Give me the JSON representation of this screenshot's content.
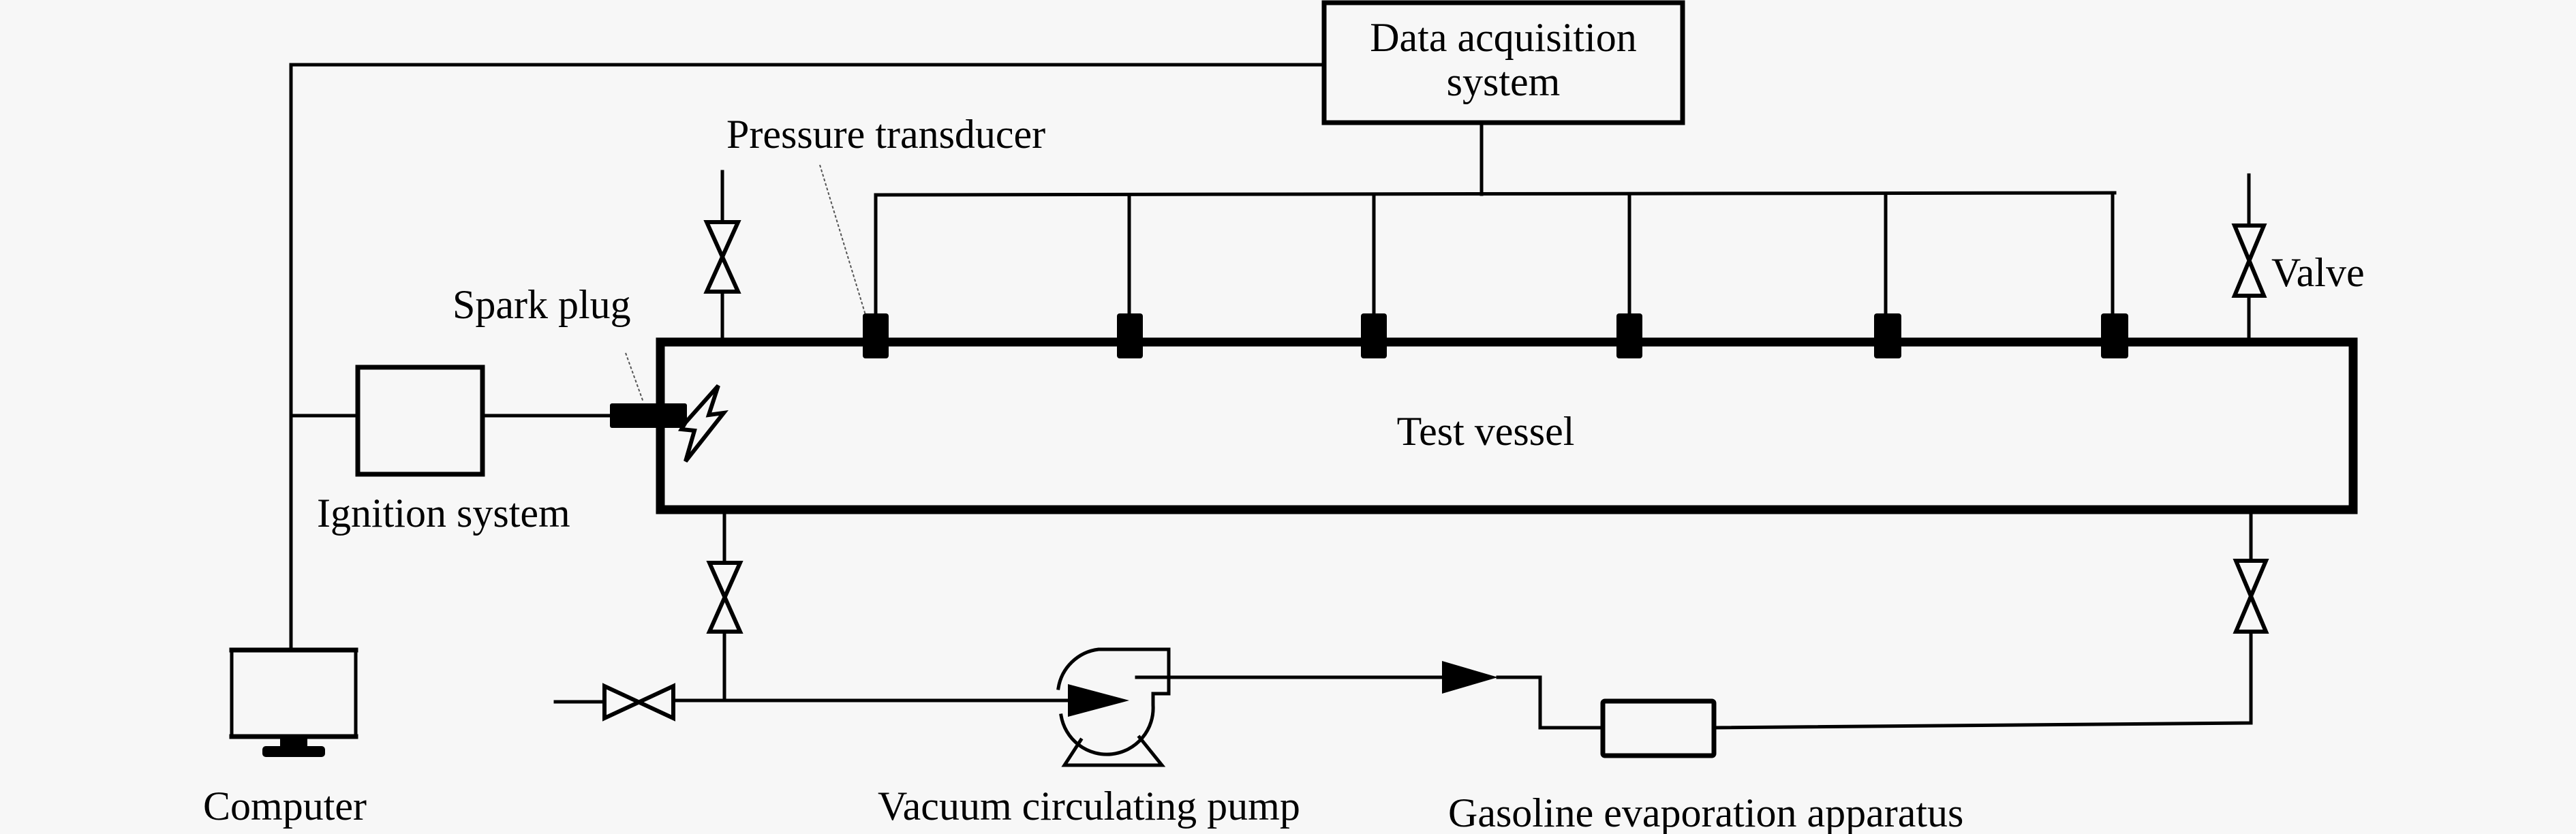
{
  "figure": {
    "type": "experimental setup schematic",
    "background_color": "#f7f7f7",
    "line_color": "#000000"
  },
  "labels": {
    "data_acquisition": [
      "Data acquisition",
      "system"
    ],
    "pressure_transducer": "Pressure transducer",
    "spark_plug": "Spark plug",
    "ignition_system": "Ignition system",
    "test_vessel": "Test vessel",
    "valve": "Valve",
    "computer": "Computer",
    "vacuum_pump": "Vacuum circulating pump",
    "gasoline_apparatus": "Gasoline evaporation apparatus"
  },
  "components": {
    "pressure_transducer_count": 6,
    "valve_count": 5
  }
}
